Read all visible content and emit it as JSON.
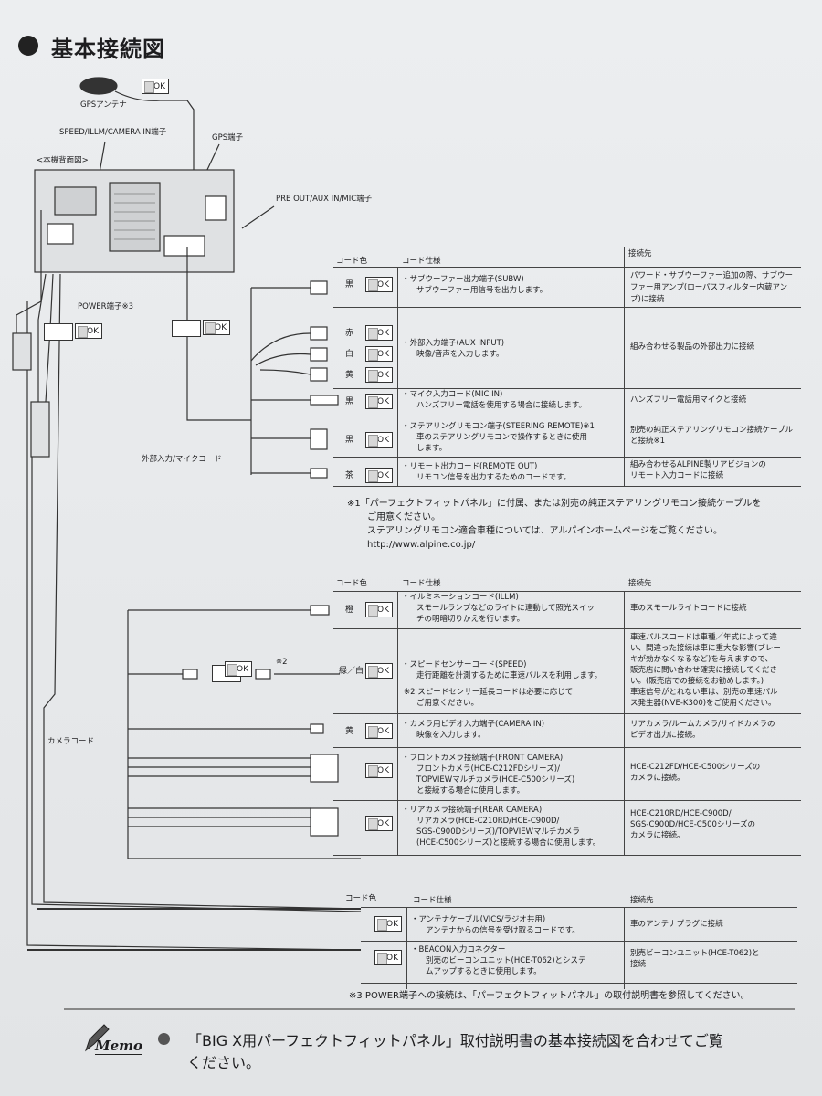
{
  "title": "基本接続図",
  "diagram_labels": {
    "gps_antenna": "GPSアンテナ",
    "speed_illm_camera": "SPEED/ILLM/CAMERA IN端子",
    "gps_terminal": "GPS端子",
    "rear_view": "<本機背面図>",
    "pre_out": "PRE OUT/AUX IN/MIC端子",
    "power_terminal": "POWER端子※3",
    "ext_input_mic_cord": "外部入力/マイクコード",
    "camera_cord": "カメラコード",
    "ok": "OK"
  },
  "table1": {
    "headers": {
      "color": "コード色",
      "spec": "コード仕様",
      "dest": "接続先"
    },
    "rows": [
      {
        "colors": [
          "黒"
        ],
        "spec_lines": [
          "・サブウーファー出力端子(SUBW)",
          "サブウーファー用信号を出力します。"
        ],
        "dest_lines": [
          "パワード・サブウーファー追加の際、サブウーファー用アンプ(ローパスフィルター内蔵アンプ)に接続"
        ]
      },
      {
        "colors": [
          "赤",
          "白",
          "黄"
        ],
        "spec_lines": [
          "・外部入力端子(AUX INPUT)",
          "映像/音声を入力します。"
        ],
        "dest_lines": [
          "組み合わせる製品の外部出力に接続"
        ]
      },
      {
        "colors": [
          "黒"
        ],
        "spec_lines": [
          "・マイク入力コード(MIC IN)",
          "ハンズフリー電話を使用する場合に接続します。"
        ],
        "dest_lines": [
          "ハンズフリー電話用マイクと接続"
        ]
      },
      {
        "colors": [
          "黒"
        ],
        "spec_lines": [
          "・ステアリングリモコン端子(STEERING REMOTE)※1",
          "車のステアリングリモコンで操作するときに使用",
          "します。"
        ],
        "dest_lines": [
          "別売の純正ステアリングリモコン接続ケーブル",
          "と接続※1"
        ]
      },
      {
        "colors": [
          "茶"
        ],
        "spec_lines": [
          "・リモート出力コード(REMOTE OUT)",
          "リモコン信号を出力するためのコードです。"
        ],
        "dest_lines": [
          "組み合わせるALPINE製リアビジョンの",
          "リモート入力コードに接続"
        ]
      }
    ]
  },
  "note1": [
    "※1「パーフェクトフィットパネル」に付属、または別売の純正ステアリングリモコン接続ケーブルを",
    "ご用意ください。",
    "ステアリングリモコン適合車種については、アルパインホームページをご覧ください。",
    "http://www.alpine.co.jp/"
  ],
  "table2": {
    "headers": {
      "color": "コード色",
      "spec": "コード仕様",
      "dest": "接続先"
    },
    "rows": [
      {
        "color": "橙",
        "spec_lines": [
          "・イルミネーションコード(ILLM)",
          "スモールランプなどのライトに連動して照光スイッ",
          "チの明暗切りかえを行います。"
        ],
        "dest_lines": [
          "車のスモールライトコードに接続"
        ]
      },
      {
        "color": "緑／白",
        "spec_lines": [
          "・スピードセンサーコード(SPEED)",
          "走行距離を計測するために車速パルスを利用します。",
          "",
          "※2 スピードセンサー延長コードは必要に応じて",
          "ご用意ください。"
        ],
        "dest_lines": [
          "車速パルスコードは車種／年式によって違",
          "い、間違った接続は車に重大な影響(ブレー",
          "キが効かなくなるなど)を与えますので、",
          "販売店に問い合わせ確実に接続してくださ",
          "い。(販売店での接続をお勧めします。)",
          "車速信号がとれない車は、別売の車速パル",
          "ス発生器(NVE-K300)をご使用ください。"
        ]
      },
      {
        "color": "黄",
        "spec_lines": [
          "・カメラ用ビデオ入力端子(CAMERA IN)",
          "映像を入力します。"
        ],
        "dest_lines": [
          "リアカメラ/ルームカメラ/サイドカメラの",
          "ビデオ出力に接続。"
        ]
      },
      {
        "color": "",
        "spec_lines": [
          "・フロントカメラ接続端子(FRONT CAMERA)",
          "フロントカメラ(HCE-C212FDシリーズ)/",
          "TOPVIEWマルチカメラ(HCE-C500シリーズ)",
          "と接続する場合に使用します。"
        ],
        "dest_lines": [
          "HCE-C212FD/HCE-C500シリーズの",
          "カメラに接続。"
        ]
      },
      {
        "color": "",
        "spec_lines": [
          "・リアカメラ接続端子(REAR CAMERA)",
          "リアカメラ(HCE-C210RD/HCE-C900D/",
          "SGS-C900Dシリーズ)/TOPVIEWマルチカメラ",
          "(HCE-C500シリーズ)と接続する場合に使用します。"
        ],
        "dest_lines": [
          "HCE-C210RD/HCE-C900D/",
          "SGS-C900D/HCE-C500シリーズの",
          "カメラに接続。"
        ]
      }
    ],
    "speed_ext_note": "※2"
  },
  "table3": {
    "headers": {
      "color": "コード色",
      "spec": "コード仕様",
      "dest": "接続先"
    },
    "rows": [
      {
        "spec_lines": [
          "・アンテナケーブル(VICS/ラジオ共用)",
          "アンテナからの信号を受け取るコードです。"
        ],
        "dest_lines": [
          "車のアンテナプラグに接続"
        ]
      },
      {
        "spec_lines": [
          "・BEACON入力コネクター",
          "別売のビーコンユニット(HCE-T062)とシステ",
          "ムアップするときに使用します。"
        ],
        "dest_lines": [
          "別売ビーコンユニット(HCE-T062)と",
          "接続"
        ]
      }
    ]
  },
  "note3": "※3 POWER端子への接続は、「パーフェクトフィットパネル」の取付説明書を参照してください。",
  "memo": {
    "label": "Memo",
    "text_lines": [
      "「BIG X用パーフェクトフィットパネル」取付説明書の基本接続図を合わせてご覧",
      "ください。"
    ]
  }
}
